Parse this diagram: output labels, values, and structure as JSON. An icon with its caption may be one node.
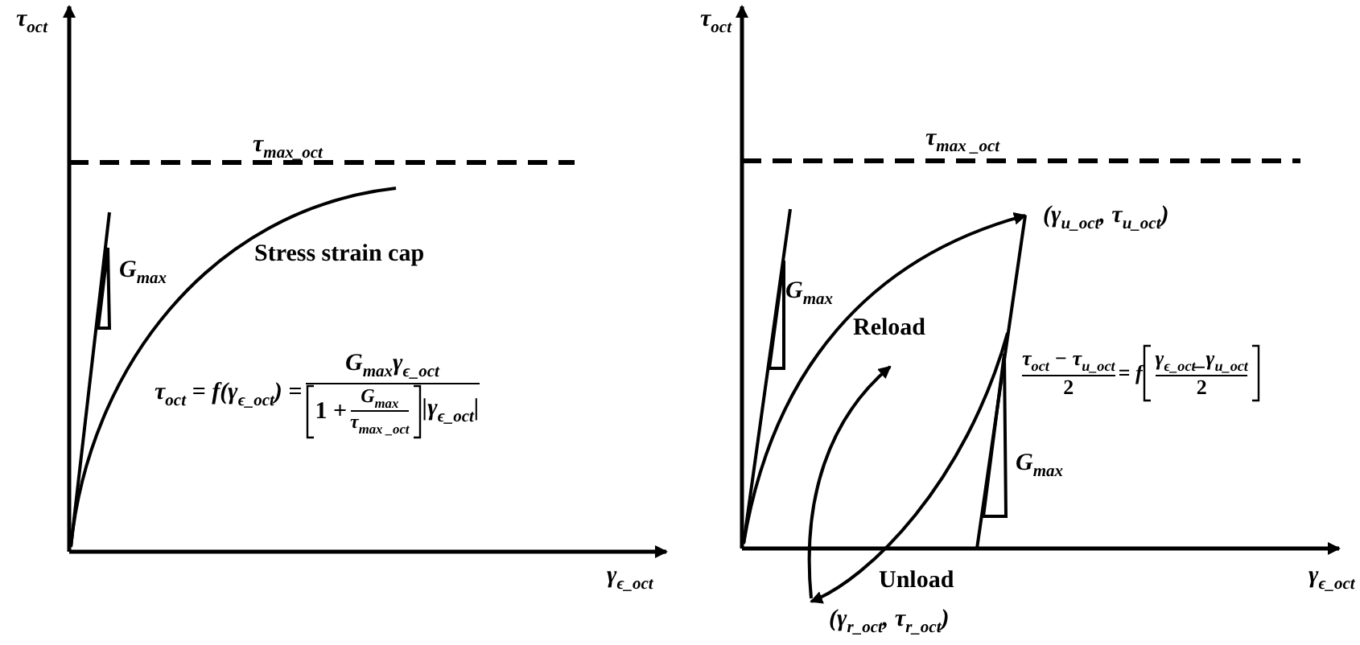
{
  "diagram": {
    "labels": [
      "τ$_{oct}$",
      "τ$_{max_oct}$",
      "G$_{max}$",
      "Stress strain cap",
      "τ$_{oct}$ = *f*(γ$_{ϵ_oct}$) =",
      "G$_{max}$γ$_{ϵ_oct}$",
      "1 +",
      "G$_{max}$",
      "τ$_{max _oct}$",
      "|γ$_{ϵ_oct}$|",
      "γ$_{ϵ_oct}$",
      "τ$_{oct}$",
      "τ$_{max _oct}$",
      "(γ$_{u_oct}$, τ$_{u_oct}$)",
      "G$_{max}$",
      "Reload",
      "τ$_{oct}$ − τ$_{u_oct}$",
      "2",
      "= *f*",
      "γ$_{ϵ_oct}$_γ$_{u_oct}$",
      "2",
      "G$_{max}$",
      "Unload",
      "γ$_{ϵ_oct}$",
      "(γ$_{r_oct}$, τ$_{r_oct}$)"
    ]
  }
}
